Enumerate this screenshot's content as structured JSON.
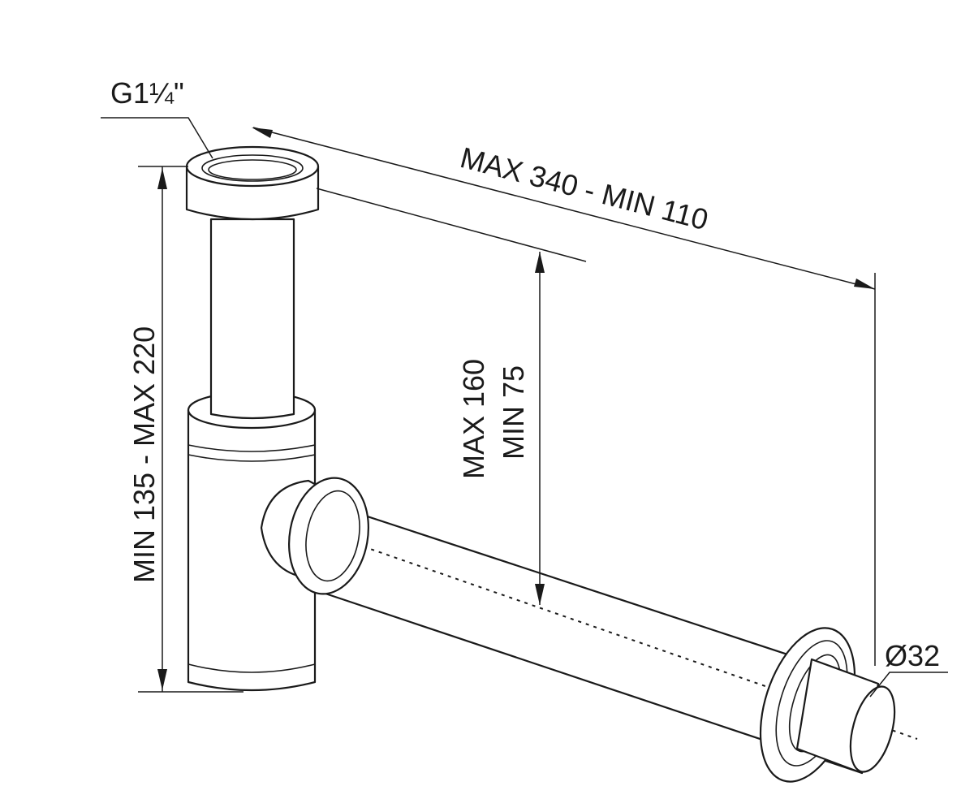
{
  "drawing": {
    "thread_label": "G1¼\"",
    "length_label": "MAX 340 - MIN 110",
    "height_label": "MIN 135 - MAX 220",
    "offset_label_max": "MAX 160",
    "offset_label_min": "MIN 75",
    "diameter_label": "Ø32"
  }
}
